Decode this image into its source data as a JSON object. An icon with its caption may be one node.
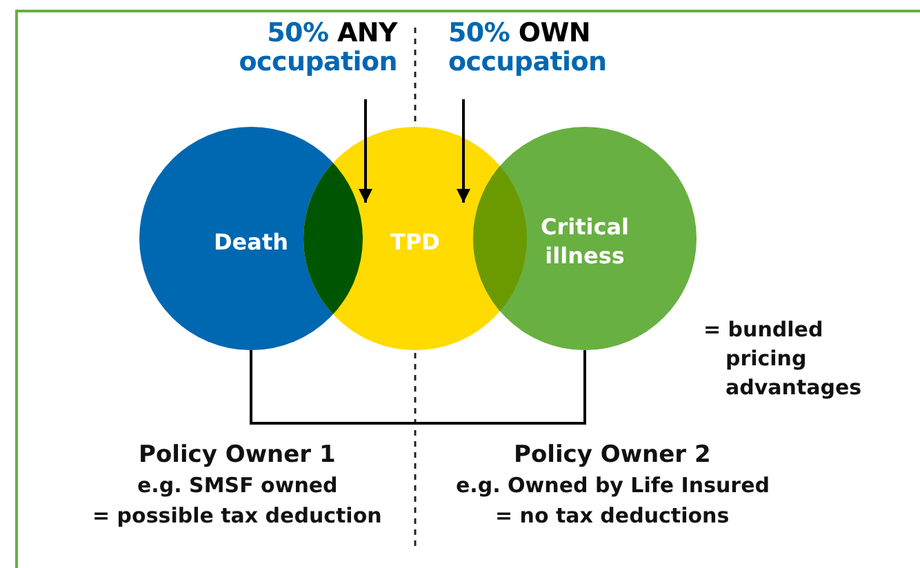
{
  "diagram": {
    "nodes": [
      {
        "text": [
          "50% **ANY** occupation"
        ]
      },
      {
        "text": [
          "50% **OWN** occupation"
        ]
      },
      {
        "text": [
          "Death"
        ]
      },
      {
        "text": [
          "TPD"
        ]
      },
      {
        "text": [
          "Critical illness"
        ]
      }
    ],
    "edges": [
      {
        "from": 0,
        "to": 3,
        "arrow": "to"
      },
      {
        "from": 1,
        "to": 3,
        "arrow": "to"
      },
      {
        "from": 2,
        "to": 4,
        "arrow": "none"
      }
    ],
    "labels": [
      "= bundled pricing advantages",
      "Policy Owner 1",
      "e.g. SMSF owned",
      "= possible tax deduction",
      "Policy Owner 2",
      "e.g. Owned by Life Insured",
      "= no tax deductions"
    ]
  }
}
